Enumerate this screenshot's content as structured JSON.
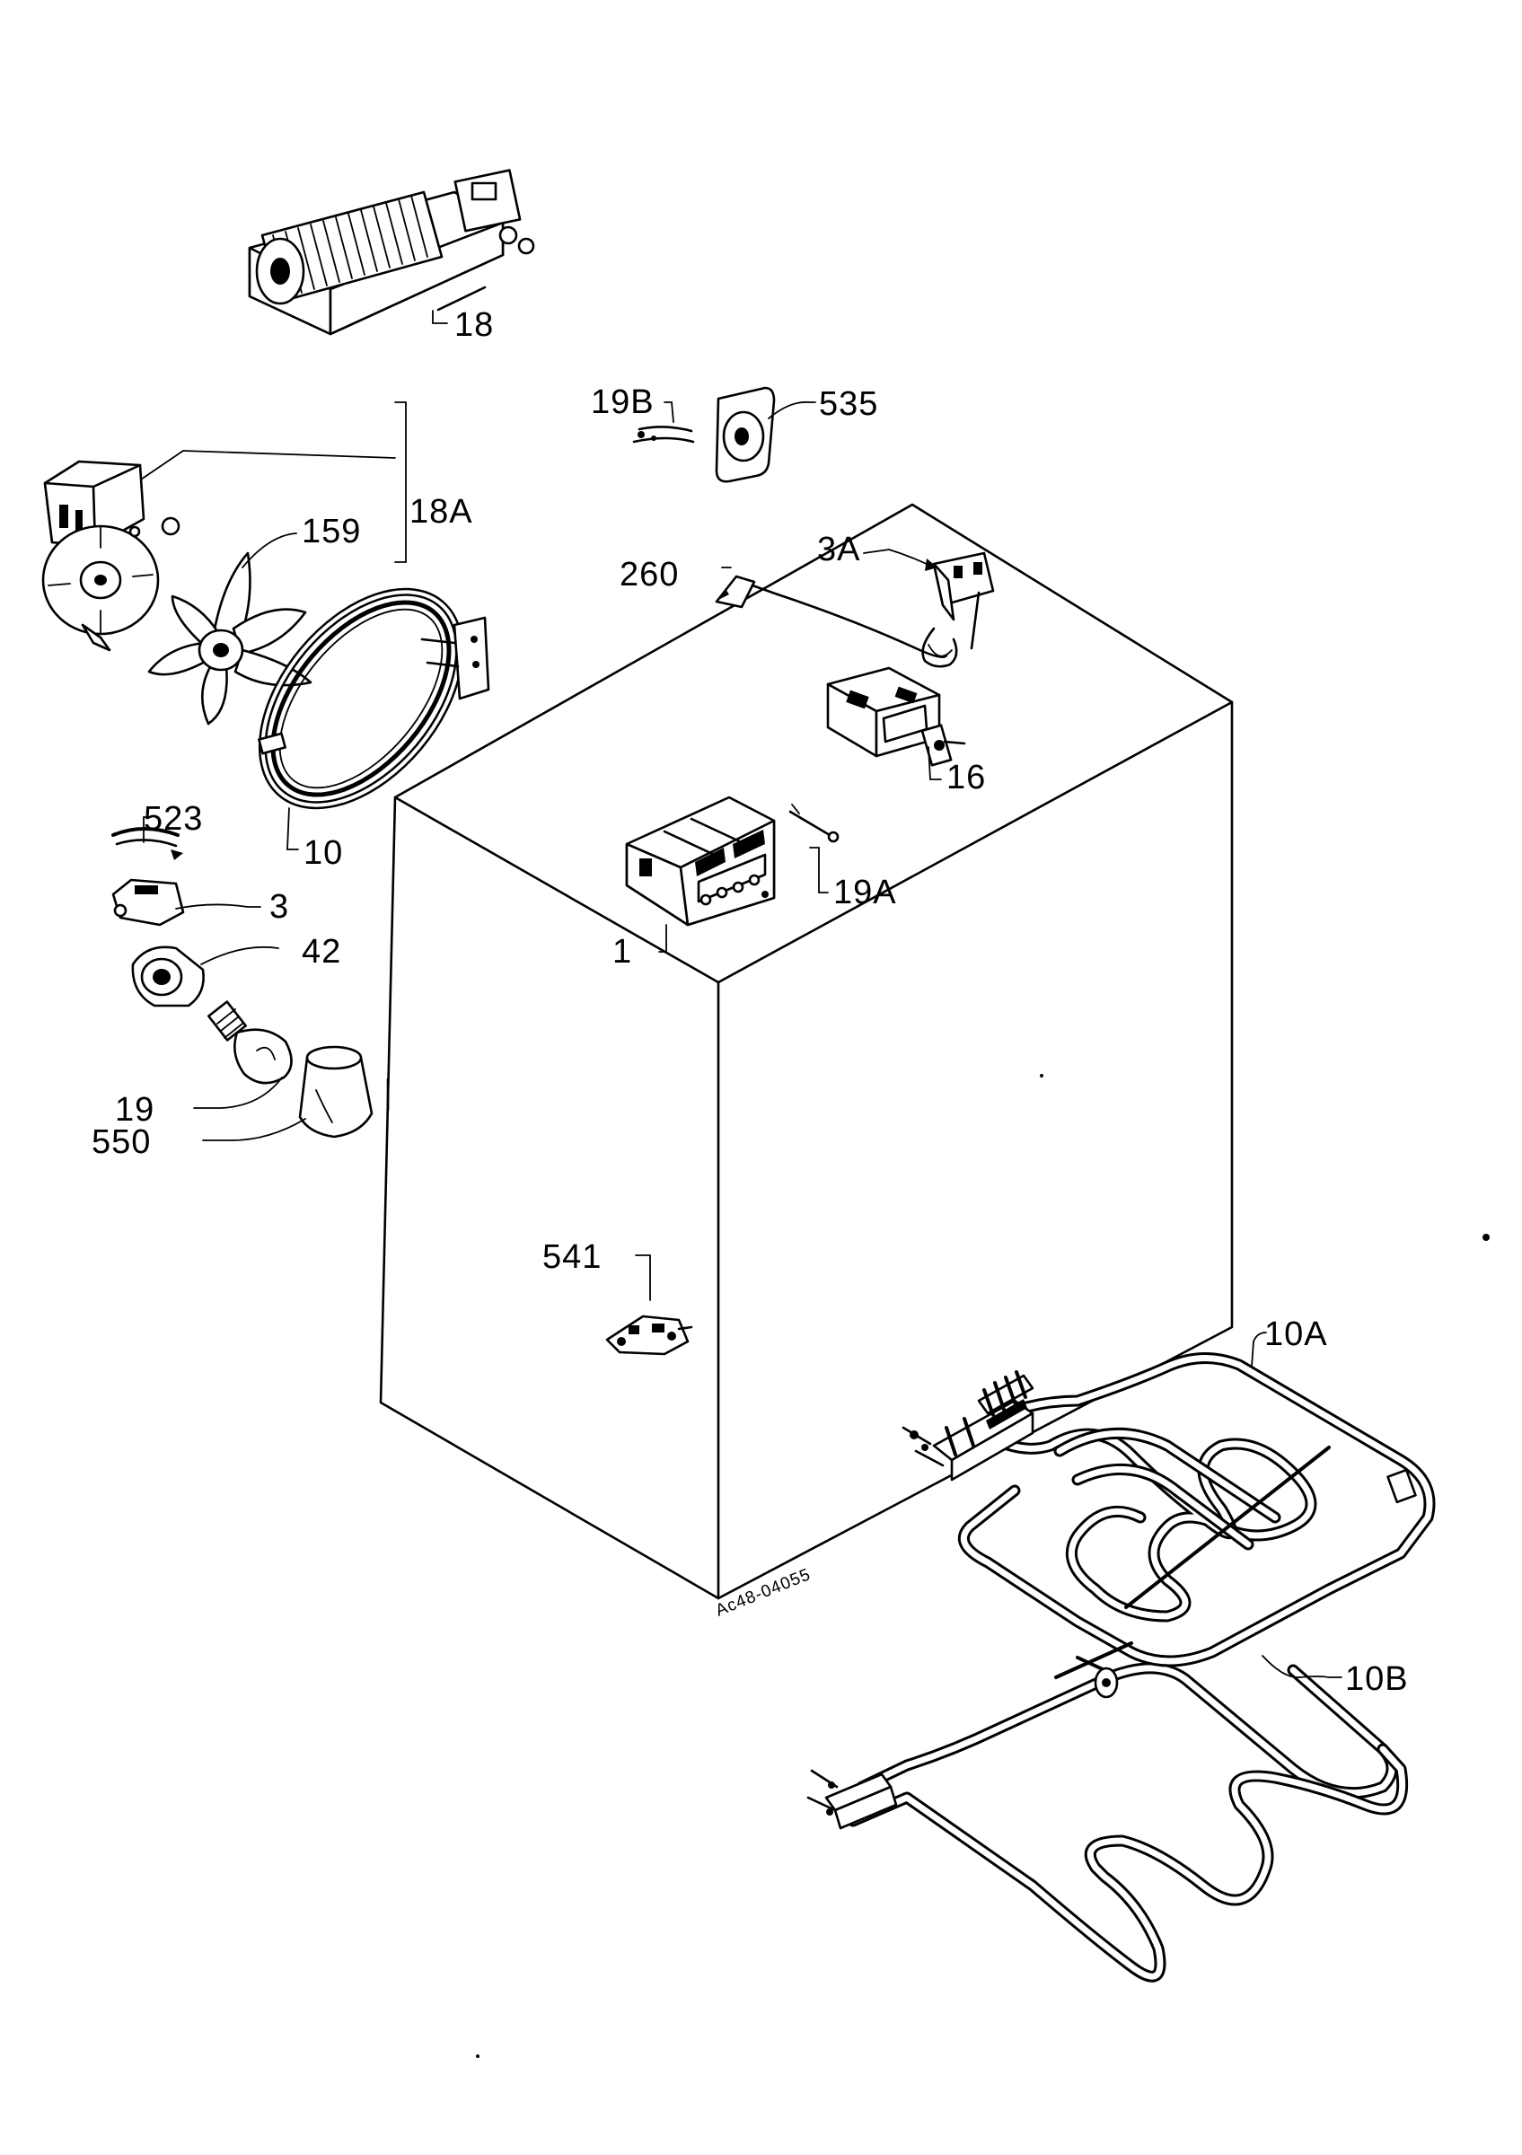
{
  "labels": {
    "p18": "18",
    "p19b": "19B",
    "p535": "535",
    "p18a": "18A",
    "p159": "159",
    "p3a": "3A",
    "p260": "260",
    "p16": "16",
    "p523": "523",
    "p10": "10",
    "p19a": "19A",
    "p3": "3",
    "p42": "42",
    "p1": "1",
    "p19": "19",
    "p550": "550",
    "p541": "541",
    "p10a": "10A",
    "p10b": "10B",
    "drawing_number": "Ac48-04055"
  }
}
